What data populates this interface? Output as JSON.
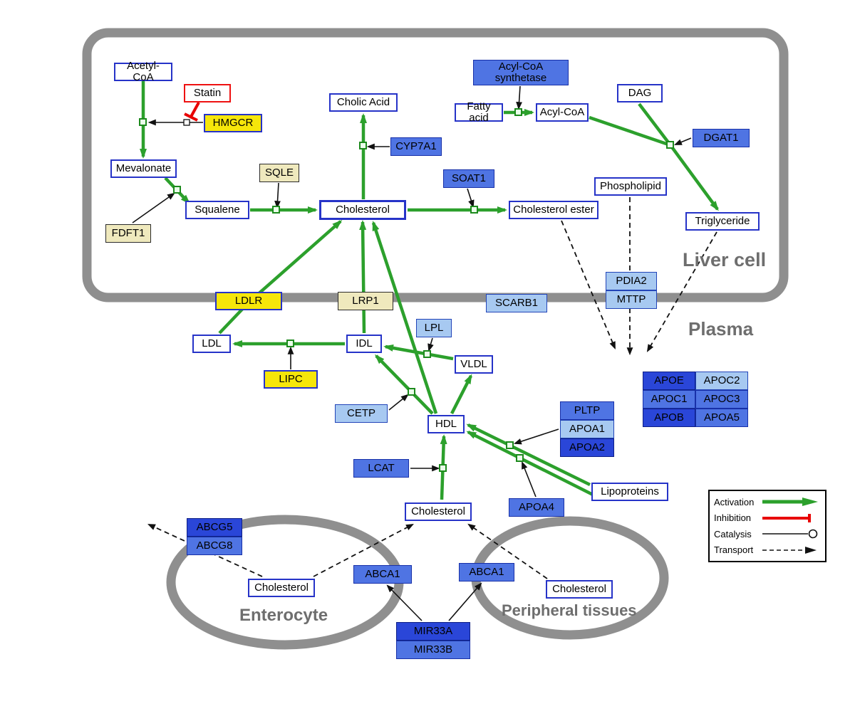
{
  "compartments": {
    "liver": "Liver cell",
    "plasma": "Plasma",
    "enterocyte": "Enterocyte",
    "peripheral": "Peripheral tissues"
  },
  "legend": {
    "activation": "Activation",
    "inhibition": "Inhibition",
    "catalysis": "Catalysis",
    "transport": "Transport"
  },
  "colors": {
    "activation_green": "#2ca02c",
    "inhibition_red": "#e80000",
    "membrane_gray": "#8f8f8f",
    "gene_yellow": "#f6e60a",
    "gene_blue_light": "#a7c9f1",
    "gene_blue_mid": "#4f74e3",
    "gene_blue_dark": "#2a46d8",
    "node_border_blue": "#2633c8"
  },
  "nodes": {
    "acetyl_coa": "Acetyl-CoA",
    "statin": "Statin",
    "hmgcr": "HMGCR",
    "mevalonate": "Mevalonate",
    "sqle": "SQLE",
    "squalene": "Squalene",
    "fdft1": "FDFT1",
    "cholesterol_liver": "Cholesterol",
    "cholic_acid": "Cholic Acid",
    "cyp7a1": "CYP7A1",
    "soat1": "SOAT1",
    "cholesteryl_ester": "Cholesterol ester",
    "acyl_coa_synthetase": "Acyl-CoA synthetase",
    "fatty_acid": "Fatty acid",
    "acyl_coa": "Acyl-CoA",
    "dag": "DAG",
    "dgat1": "DGAT1",
    "phospholipid": "Phospholipid",
    "triglyceride": "Triglyceride",
    "ldlr": "LDLR",
    "lrp1": "LRP1",
    "scarb1": "SCARB1",
    "pdia2": "PDIA2",
    "mttp": "MTTP",
    "ldl": "LDL",
    "idl": "IDL",
    "lpl": "LPL",
    "vldl": "VLDL",
    "lipc": "LIPC",
    "cetp": "CETP",
    "hdl": "HDL",
    "pltp": "PLTP",
    "apoa1": "APOA1",
    "apoa2": "APOA2",
    "apoe": "APOE",
    "apoc2": "APOC2",
    "apoc1": "APOC1",
    "apoc3": "APOC3",
    "apob": "APOB",
    "apoa5": "APOA5",
    "apoa4": "APOA4",
    "lipoproteins": "Lipoproteins",
    "lcat": "LCAT",
    "cholesterol_plasma": "Cholesterol",
    "abcg5": "ABCG5",
    "abcg8": "ABCG8",
    "cholesterol_enterocyte": "Cholesterol",
    "abca1_enterocyte": "ABCA1",
    "abca1_peripheral": "ABCA1",
    "cholesterol_peripheral": "Cholesterol",
    "mir33a": "MIR33A",
    "mir33b": "MIR33B"
  }
}
